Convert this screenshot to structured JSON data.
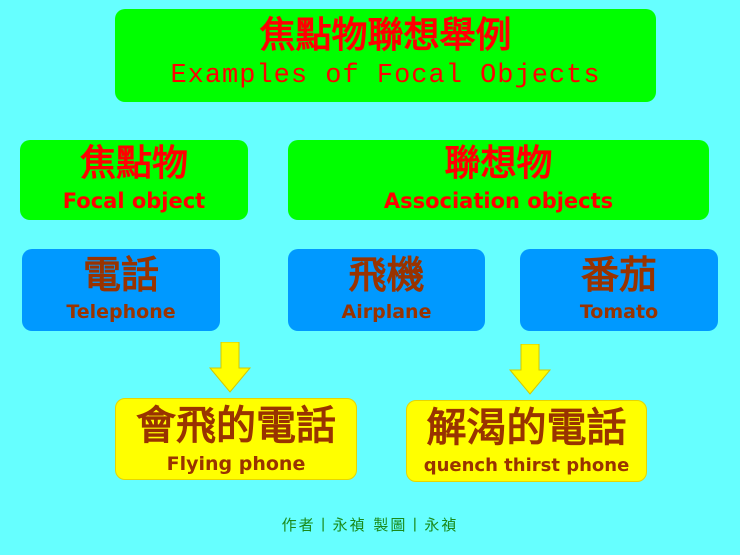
{
  "title": {
    "zh": "焦點物聯想舉例",
    "en": "Examples of Focal Objects"
  },
  "headers": {
    "focal": {
      "zh": "焦點物",
      "en": "Focal object"
    },
    "association": {
      "zh": "聯想物",
      "en": "Association objects"
    }
  },
  "items": [
    {
      "zh": "電話",
      "en": "Telephone"
    },
    {
      "zh": "飛機",
      "en": "Airplane"
    },
    {
      "zh": "番茄",
      "en": "Tomato"
    }
  ],
  "results": [
    {
      "zh": "會飛的電話",
      "en": "Flying phone"
    },
    {
      "zh": "解渴的電話",
      "en": "quench thirst phone"
    }
  ],
  "credit": "作者丨永禎 製圖丨永禎",
  "colors": {
    "background": "#66ffff",
    "green": "#00ff00",
    "red_text": "#ff0000",
    "blue": "#0099ff",
    "brown_text": "#993300",
    "yellow": "#ffff00",
    "credit_text": "#1a8a1a"
  }
}
